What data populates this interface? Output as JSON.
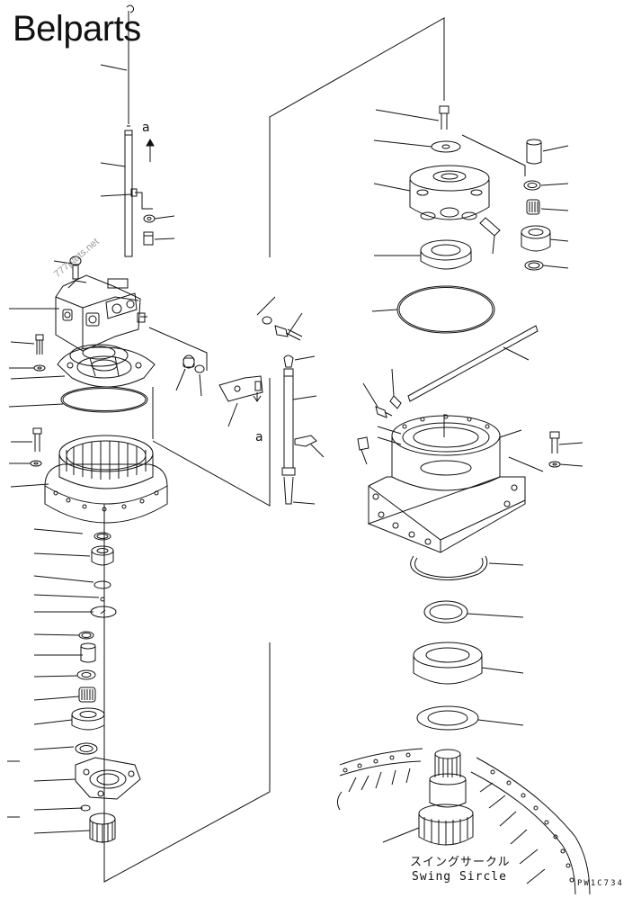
{
  "brand": "Belparts",
  "watermark": "777parts.net",
  "caption": {
    "japanese": "スイングサークル",
    "english": "Swing Sircle"
  },
  "drawing_code": "PW1C734",
  "section_mark": "a",
  "colors": {
    "line": "#111111",
    "paper": "#ffffff",
    "watermark": "#9a9a9a"
  }
}
